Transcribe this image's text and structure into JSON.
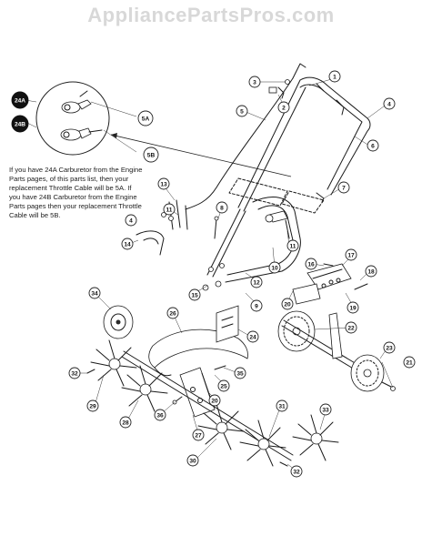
{
  "watermark": "AppliancePartsPros.com",
  "note_text": "If you have 24A Carburetor from the Engine Parts pages, of this parts list, then your replacement Throttle Cable will be 5A. If you have 24B Carburetor from the Engine Parts pages then your replacement Throttle Cable will be 5B.",
  "callouts": {
    "c1": "1",
    "c2": "2",
    "c3": "3",
    "c4a": "4",
    "c4b": "4",
    "c5": "5",
    "c5a": "5A",
    "c5b": "5B",
    "c6": "6",
    "c7": "7",
    "c8": "8",
    "c9": "9",
    "c10": "10",
    "c11a": "11",
    "c11b": "11",
    "c12": "12",
    "c13": "13",
    "c14": "14",
    "c15": "15",
    "c16": "16",
    "c17": "17",
    "c18": "18",
    "c19": "19",
    "c20a": "20",
    "c20b": "20",
    "c21": "21",
    "c22": "22",
    "c23": "23",
    "c24a": "24A",
    "c24b": "24B",
    "c24": "24",
    "c25": "25",
    "c26": "26",
    "c27": "27",
    "c28": "28",
    "c29": "29",
    "c30": "30",
    "c31": "31",
    "c32a": "32",
    "c32b": "32",
    "c33": "33",
    "c34": "34",
    "c35": "35",
    "c36": "36"
  }
}
